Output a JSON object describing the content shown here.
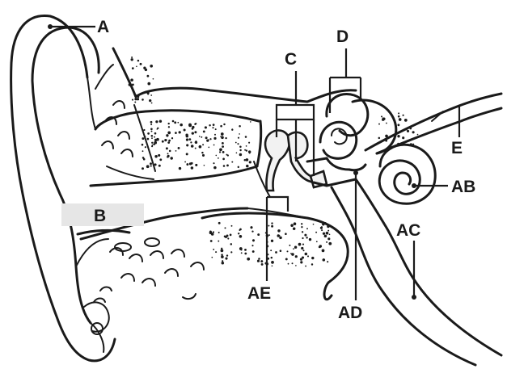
{
  "diagram": {
    "labels": {
      "a": "A",
      "b": "B",
      "c": "C",
      "d": "D",
      "e": "E",
      "ab": "AB",
      "ac": "AC",
      "ad": "AD",
      "ae": "AE"
    },
    "colors": {
      "ink": "#1a1a1a",
      "label_b_background": "#e6e6e6",
      "bone_fill": "#f2f2f2"
    }
  }
}
